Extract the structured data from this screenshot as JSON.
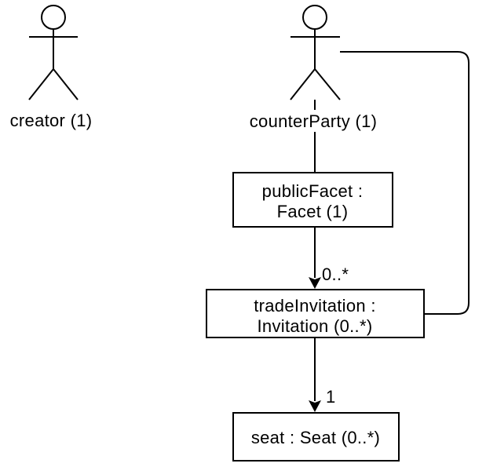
{
  "diagram": {
    "kind": "uml-object-diagram",
    "colors": {
      "background": "#ffffff",
      "stroke": "#000000",
      "node_fill": "#ffffff",
      "text": "#000000"
    },
    "actors": [
      {
        "label": "creator (1)"
      },
      {
        "label": "counterParty (1)"
      }
    ],
    "nodes": [
      {
        "line1": "publicFacet :",
        "line2": "Facet (1)"
      },
      {
        "line1": "tradeInvitation :",
        "line2": "Invitation (0..*)"
      },
      {
        "line1": "seat : Seat (0..*)"
      }
    ],
    "edges": [
      {
        "from": "publicFacet",
        "to": "tradeInvitation",
        "label": "0..*"
      },
      {
        "from": "tradeInvitation",
        "to": "seat",
        "label": "1"
      },
      {
        "from": "counterParty",
        "to": "publicFacet",
        "label": ""
      },
      {
        "from": "counterParty",
        "to": "tradeInvitation",
        "label": ""
      }
    ]
  }
}
